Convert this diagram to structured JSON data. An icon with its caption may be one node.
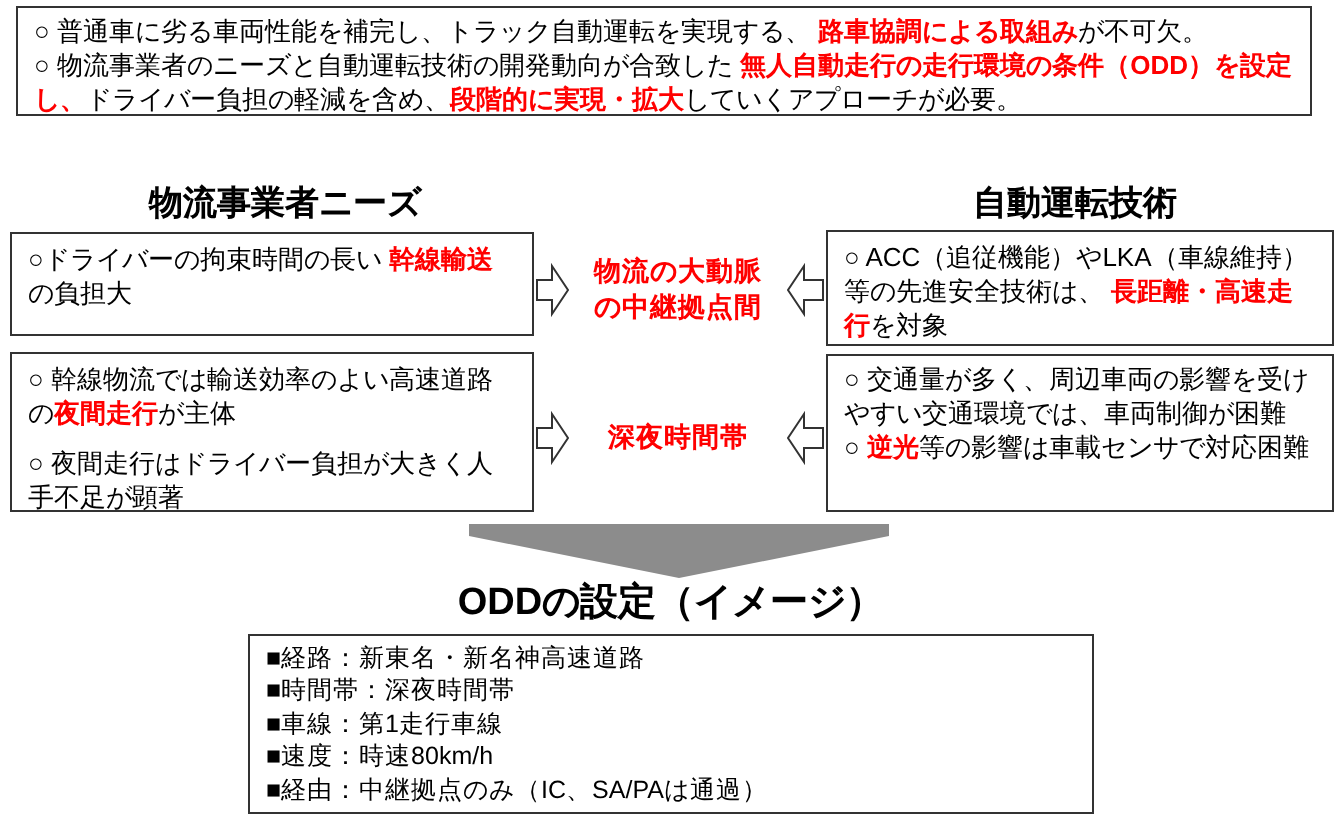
{
  "diagram": {
    "nodes": [
      {
        "text": [
          "○ 普通車に劣る車両性能を補完し、トラック自動運転を実現する、 **路車協調による取組み**が不可欠。",
          "○ 物流事業者のニーズと自動運転技術の開発動向が合致した **無人自動走行の走行環境の条件（ODD）を設定し、**ドライバー負担の軽減を含め、**段階的に実現・拡大**していくアプローチが必要。"
        ]
      },
      {
        "text": [
          "○ドライバーの拘束時間の長い **幹線輸送**の負担大"
        ]
      },
      {
        "text": [
          "○ 幹線物流では輸送効率のよい高速道路の**夜間走行**が主体",
          "○ 夜間走行はドライバー負担が大きく人手不足が顕著"
        ]
      },
      {
        "text": [
          "物流の大動脈の中継拠点間"
        ]
      },
      {
        "text": [
          "深夜時間帯"
        ]
      },
      {
        "text": [
          "○ ACC（追従機能）やLKA（車線維持）等の先進安全技術は、 **長距離・高速走行**を対象"
        ]
      },
      {
        "text": [
          "○ 交通量が多く、周辺車両の影響を受けやすい交通環境では、車両制御が困難",
          "○ **逆光**等の影響は車載センサで対応困難"
        ]
      },
      {
        "text": [
          "ODDの設定（イメージ）",
          "■経路：新東名・新名神高速道路",
          "■時間帯：深夜時間帯",
          "■車線：第1走行車線",
          "■速度：時速80km/h",
          "■経由：中継拠点のみ（IC、SA/PAは通過）"
        ]
      }
    ],
    "edges": [
      {
        "from": 1,
        "to": 3,
        "arrow": "to"
      },
      {
        "from": 5,
        "to": 3,
        "arrow": "to"
      },
      {
        "from": 2,
        "to": 4,
        "arrow": "to"
      },
      {
        "from": 6,
        "to": 4,
        "arrow": "to"
      },
      {
        "from": null,
        "to": 7,
        "arrow": "to",
        "color": "#8c8c8c",
        "style": "thick"
      }
    ],
    "labels": [
      "物流事業者ニーズ",
      "自動運転技術"
    ]
  }
}
